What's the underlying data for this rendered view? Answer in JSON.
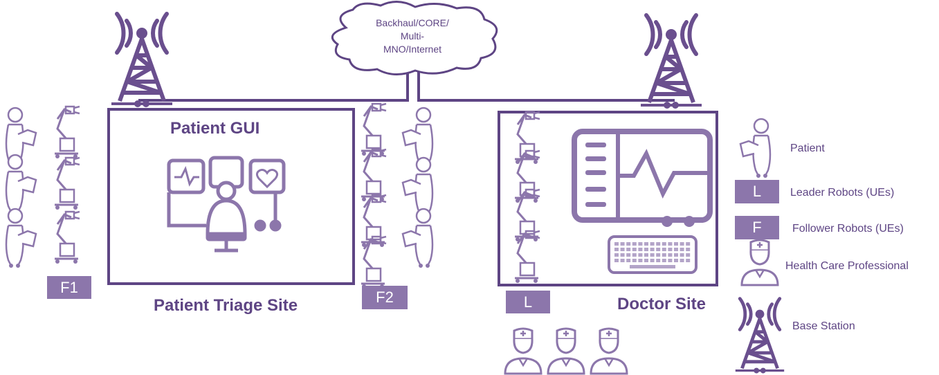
{
  "colors": {
    "primary": "#6a4f8e",
    "light": "#8c76ab",
    "fill": "#ffffff"
  },
  "cloud": {
    "line1": "Backhaul/CORE/",
    "line2": "Multi-",
    "line3": "MNO/Internet"
  },
  "left_site": {
    "gui_title": "Patient GUI",
    "site_title": "Patient Triage Site",
    "badge_f1": "F1",
    "badge_f2": "F2"
  },
  "right_site": {
    "site_title": "Doctor Site",
    "badge_l": "L"
  },
  "legend": {
    "patient": "Patient",
    "leader_badge": "L",
    "leader": "Leader Robots (UEs)",
    "follower_badge": "F",
    "follower": "Follower Robots (UEs)",
    "hcp": "Health Care Professional",
    "base_station": "Base Station"
  },
  "icons": [
    "tower-icon",
    "cloud-icon",
    "robot-arm-icon",
    "patient-icon",
    "nurse-icon",
    "monitor-icon",
    "keyboard-icon",
    "heart-icon",
    "heartbeat-icon"
  ]
}
